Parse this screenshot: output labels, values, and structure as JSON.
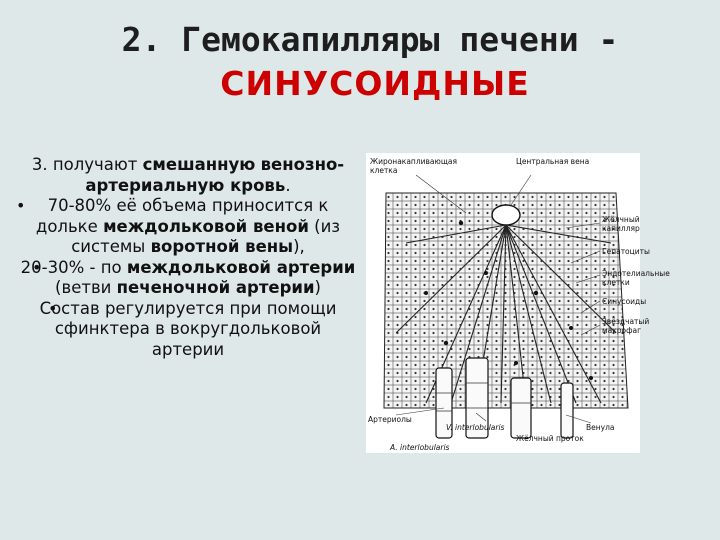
{
  "title": {
    "line1": "2. Гемокапилляры печени -",
    "line2": "СИНУСОИДНЫЕ"
  },
  "body": {
    "p1_a": "3. получают",
    "p1_b": "смешанную",
    "p1_c": "венозно-артериальную кровь",
    "p1_d": ".",
    "b1_a": "70-80% её объема приносится к дольке",
    "b1_b": "междольковой веной",
    "b1_c": "(из системы",
    "b1_d": "воротной вены",
    "b1_e": "),",
    "b2_a": "20-30% - по",
    "b2_b": "междольковой артерии",
    "b2_c": "(ветви",
    "b2_d": "печеночной артерии",
    "b2_e": ")",
    "b3": "Состав регулируется при помощи сфинктера в вокругдольковой артерии"
  },
  "figure": {
    "labels": {
      "top_left": "Жиронакапливающая клетка",
      "central_vein": "Центральная вена",
      "bile_capillary": "Жёлчный капилляр",
      "hepatocytes": "Гепатоциты",
      "endothelial": "Эндотелиальные клетки",
      "sinusoids": "Синусоиды",
      "stellate": "Звёздчатый макрофаг",
      "arterioles": "Артериолы",
      "v_interlob": "V. interlobularis",
      "venule": "Венула",
      "bile_duct": "Жёлчный проток",
      "a_interlob": "A. interlobularis"
    }
  }
}
